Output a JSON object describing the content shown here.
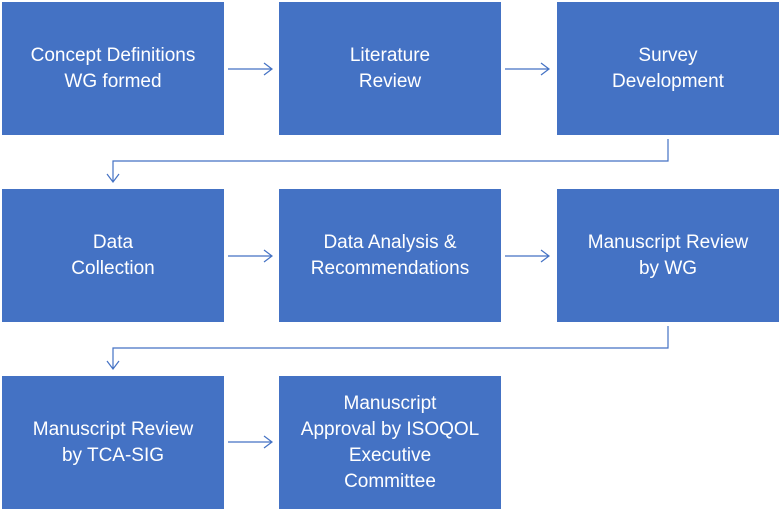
{
  "steps": [
    {
      "line1": "Concept Definitions",
      "line2": "WG formed"
    },
    {
      "line1": "Literature",
      "line2": "Review"
    },
    {
      "line1": "Survey",
      "line2": "Development"
    },
    {
      "line1": "Data",
      "line2": "Collection"
    },
    {
      "line1": "Data Analysis &",
      "line2": "Recommendations"
    },
    {
      "line1": "Manuscript Review",
      "line2": "by WG"
    },
    {
      "line1": "Manuscript Review",
      "line2": "by TCA-SIG"
    },
    {
      "line1": "Manuscript",
      "line2": "Approval by ISOQOL",
      "line3": "Executive",
      "line4": "Committee"
    }
  ],
  "colors": {
    "box_fill": "#4472c4",
    "box_text": "#ffffff",
    "connector": "#4472c4"
  }
}
